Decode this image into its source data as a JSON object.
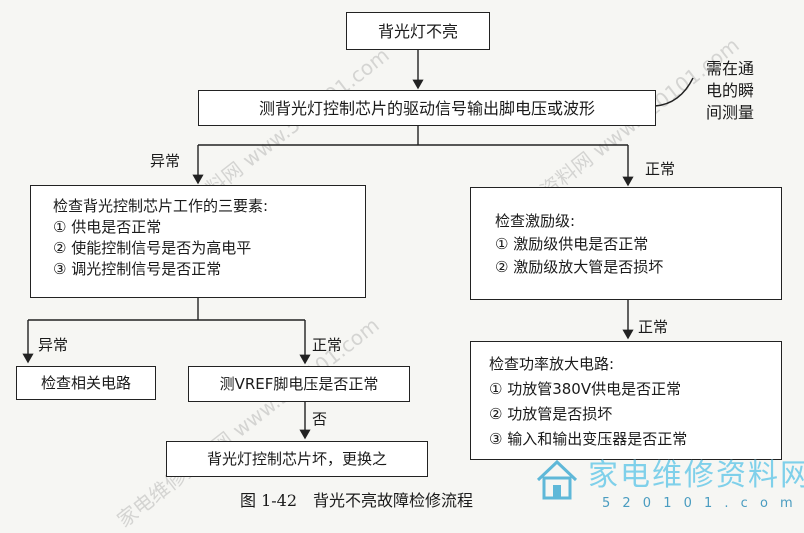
{
  "boxes": {
    "top": "背光灯不亮",
    "measure": "测背光灯控制芯片的驱动信号输出脚电压或波形",
    "left_title": "检查背光控制芯片工作的三要素:",
    "left_items": [
      "① 供电是否正常",
      "② 使能控制信号是否为高电平",
      "③ 调光控制信号是否正常"
    ],
    "right_title": "检查激励级:",
    "right_items": [
      "① 激励级供电是否正常",
      "② 激励级放大管是否损坏"
    ],
    "switch_circuit": "检查相关电路",
    "vref": "测VREF脚电压是否正常",
    "replace": "背光灯控制芯片坏，更换之",
    "amp_title": "检查功率放大电路:",
    "amp_items": [
      "① 功放管380V供电是否正常",
      "② 功放管是否损坏",
      "③ 输入和输出变压器是否正常"
    ]
  },
  "note": [
    "需在通",
    "电的瞬",
    "间测量"
  ],
  "labels": {
    "abnormal_1": "异常",
    "normal_1": "正常",
    "abnormal_2": "异常",
    "normal_2": "正常",
    "normal_3": "正常",
    "no": "否"
  },
  "caption": "图 1-42　背光不亮故障检修流程",
  "watermark": {
    "brand": "家电维修资料网",
    "url": "5 2 0 1 0 1 . c o m",
    "text": "家电维修资料网 www.520101.com"
  }
}
